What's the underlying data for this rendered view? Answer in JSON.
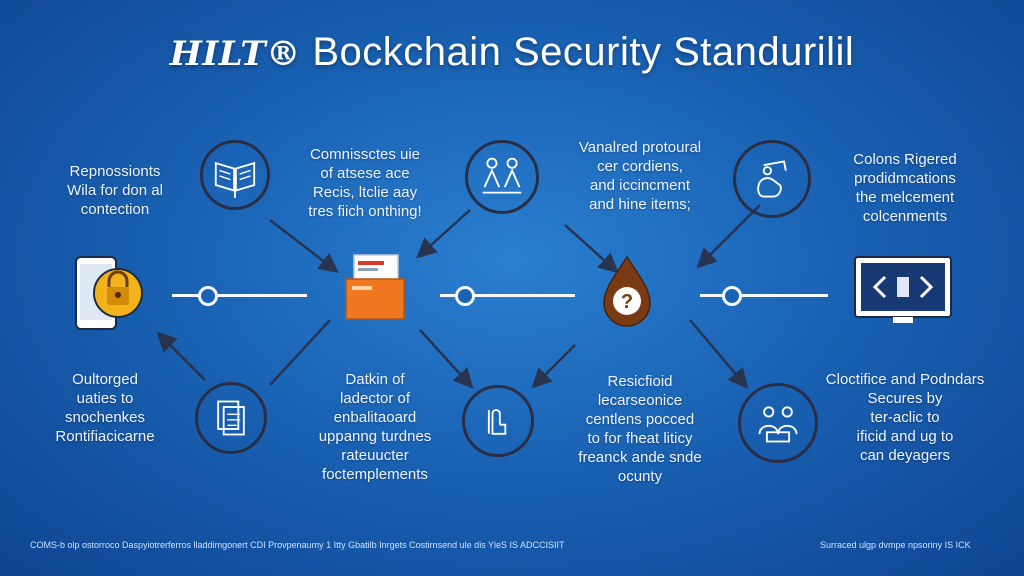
{
  "title": {
    "prefix": "HILT®",
    "main": "Bockchain Security Standurilil"
  },
  "top_texts": [
    "Repnossionts\nWila for don al\ncontection",
    "Comnissctes uie\nof atsese ace\nRecis, ltclie aay\ntres fiich onthing!",
    "Vanalred protoural\ncer cordiens,\nand iccincment\nand hine items;",
    "Colons Rigered\nprodidmcations\nthe melcement\ncolcenments"
  ],
  "bottom_texts": [
    "Oultorged\nuaties to\nsnochenkes\nRontifiacicarne",
    "Datkin of\nladector of\nenbalitaoard\nuppanng turdnes\nrateuucter\nfoctemplements",
    "Resicfioid\nlecarseonice\ncentlens pocced\nto for fheat liticy\nfreanck ande snde\nocunty",
    "Cloctifice and Podndars\nSecures by\nter-aclic to\nificid and ug to\ncan deyagers"
  ],
  "center_icons": [
    "phone-lock-icon",
    "document-folder-icon",
    "question-drop-icon",
    "code-monitor-icon"
  ],
  "circle_icons": [
    "book-icon",
    "people-network-icon",
    "hand-touch-icon",
    "layers-document-icon",
    "finger-tap-icon",
    "people-group-icon"
  ],
  "footer": {
    "left": "COMS-b olp ostorroco Daspyiotrerferros lladdimgonert CDI Provpenaumy 1 Itty Gbatilb Inrgets Costirnsend ule dis YleS IS ADCCISIIT",
    "right": "Surraced ulgp dvmpe npsoriny IS ICK"
  },
  "colors": {
    "background": "#1a62b4",
    "line": "#f5f8ff",
    "circle": "#2a2e44",
    "lock": "#f2b21a",
    "drop": "#7a3a14",
    "folder": "#f07820"
  }
}
